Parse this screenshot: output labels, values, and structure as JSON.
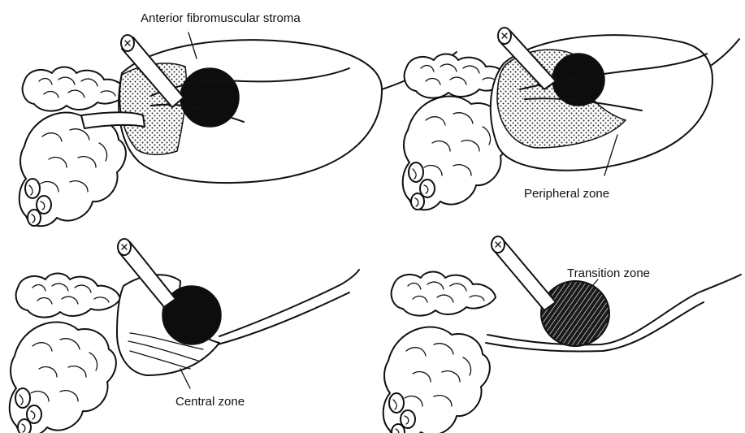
{
  "diagram": {
    "panels": [
      {
        "id": "anterior",
        "label": "Anterior fibromuscular stroma"
      },
      {
        "id": "peripheral",
        "label": "Peripheral zone"
      },
      {
        "id": "central",
        "label": "Central zone"
      },
      {
        "id": "transition",
        "label": "Transition zone"
      }
    ]
  }
}
